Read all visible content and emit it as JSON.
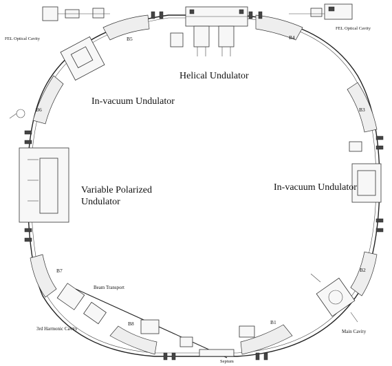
{
  "labels": {
    "fel_cavity_left": "FEL Optical Cavity",
    "fel_cavity_right": "FEL Optical Cavity",
    "helical_undulator": "Helical Undulator",
    "invacuum_undulator_top": "In-vacuum Undulator",
    "invacuum_undulator_right": "In-vacuum Undulator",
    "variable_polarized_line1": "Variable Polarized",
    "variable_polarized_line2": "Undulator",
    "beam_transport": "Beam Transport",
    "third_harmonic_cavity": "3rd Harmonic Cavity",
    "main_cavity": "Main Cavity",
    "septum": "Septum",
    "bends": [
      "B1",
      "B2",
      "B3",
      "B4",
      "B5",
      "B6",
      "B7",
      "B8"
    ]
  }
}
